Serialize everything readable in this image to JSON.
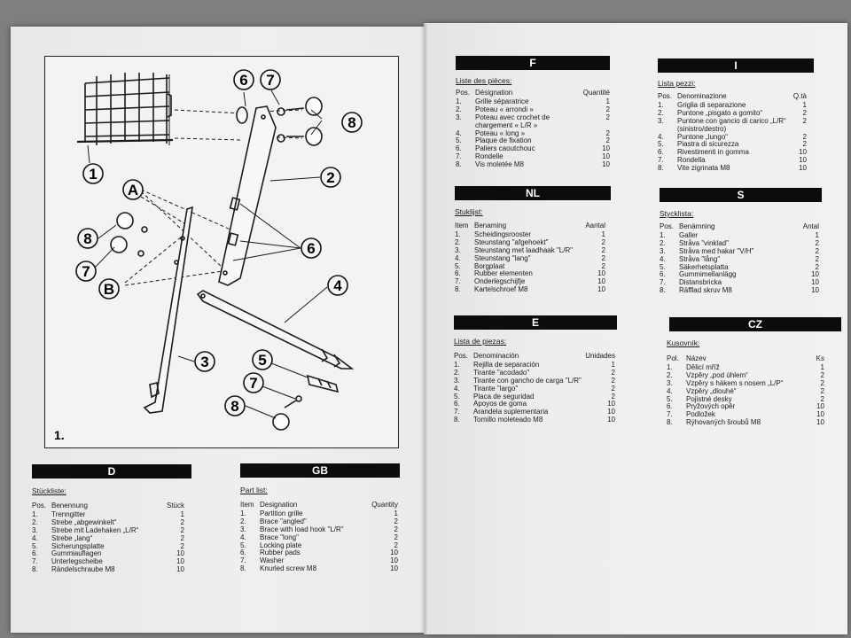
{
  "diagram": {
    "figure_label": "1.",
    "callouts": [
      "1",
      "2",
      "3",
      "4",
      "5",
      "6",
      "7",
      "8",
      "A",
      "B"
    ]
  },
  "sections": {
    "D": {
      "code": "D",
      "subtitle": "Stückliste:",
      "headers": [
        "Pos.",
        "Benennung",
        "Stück"
      ],
      "rows": [
        [
          "1.",
          "Trenngitter",
          "1"
        ],
        [
          "2.",
          "Strebe „abgewinkelt“",
          "2"
        ],
        [
          "3.",
          "Strebe mit Ladehaken „L/R“",
          "2"
        ],
        [
          "4.",
          "Strebe „lang“",
          "2"
        ],
        [
          "5.",
          "Sicherungsplatte",
          "2"
        ],
        [
          "6.",
          "Gummiauflagen",
          "10"
        ],
        [
          "7.",
          "Unterlegscheibe",
          "10"
        ],
        [
          "8.",
          "Rändelschraube M8",
          "10"
        ]
      ]
    },
    "GB": {
      "code": "GB",
      "subtitle": "Part list:",
      "headers": [
        "Item",
        "Designation",
        "Quantity"
      ],
      "rows": [
        [
          "1.",
          "Partition grille",
          "1"
        ],
        [
          "2.",
          "Brace \"angled\"",
          "2"
        ],
        [
          "3.",
          "Brace with load hook \"L/R\"",
          "2"
        ],
        [
          "4.",
          "Brace \"long\"",
          "2"
        ],
        [
          "5.",
          "Locking plate",
          "2"
        ],
        [
          "6.",
          "Rubber pads",
          "10"
        ],
        [
          "7.",
          "Washer",
          "10"
        ],
        [
          "8.",
          "Knurled screw M8",
          "10"
        ]
      ]
    },
    "F": {
      "code": "F",
      "subtitle": "Liste des pièces:",
      "headers": [
        "Pos.",
        "Désignation",
        "Quantité"
      ],
      "rows": [
        [
          "1.",
          "Grille séparatrice",
          "1"
        ],
        [
          "2.",
          "Poteau « arrondi »",
          "2"
        ],
        [
          "3.",
          "Poteau avec crochet de chargement « L/R »",
          "2"
        ],
        [
          "4.",
          "Poteau « long »",
          "2"
        ],
        [
          "5.",
          "Plaque de fixation",
          "2"
        ],
        [
          "6.",
          "Paliers caoutchouc",
          "10"
        ],
        [
          "7.",
          "Rondelle",
          "10"
        ],
        [
          "8.",
          "Vis moletée M8",
          "10"
        ]
      ]
    },
    "I": {
      "code": "I",
      "subtitle": "Lista pezzi:",
      "headers": [
        "Pos.",
        "Denominazione",
        "Q.tà"
      ],
      "rows": [
        [
          "1.",
          "Griglia di separazione",
          "1"
        ],
        [
          "2.",
          "Puntone „pisgato a gomito“",
          "2"
        ],
        [
          "3.",
          "Puntone con gancio di carico „L/R“ (sinistro/destro)",
          "2"
        ],
        [
          "4.",
          "Puntone „lungo“",
          "2"
        ],
        [
          "5.",
          "Piastra di sicurezza",
          "2"
        ],
        [
          "6.",
          "Rivestimenti in gomma",
          "10"
        ],
        [
          "7.",
          "Rondella",
          "10"
        ],
        [
          "8.",
          "Vite zigrinata M8",
          "10"
        ]
      ]
    },
    "NL": {
      "code": "NL",
      "subtitle": "Stuklijst:",
      "headers": [
        "Item",
        "Benaming",
        "Aantal"
      ],
      "rows": [
        [
          "1.",
          "Scheidingsrooster",
          "1"
        ],
        [
          "2.",
          "Steunstang \"afgehoekt\"",
          "2"
        ],
        [
          "3.",
          "Steunstang met laadhaak \"L/R\"",
          "2"
        ],
        [
          "4.",
          "Steunstang \"lang\"",
          "2"
        ],
        [
          "5.",
          "Borgplaat",
          "2"
        ],
        [
          "6.",
          "Rubber elementen",
          "10"
        ],
        [
          "7.",
          "Onderlegschijfje",
          "10"
        ],
        [
          "8.",
          "Kartelschroef M8",
          "10"
        ]
      ]
    },
    "S": {
      "code": "S",
      "subtitle": "Stycklista:",
      "headers": [
        "Pos.",
        "Benämning",
        "Antal"
      ],
      "rows": [
        [
          "1.",
          "Galler",
          "1"
        ],
        [
          "2.",
          "Stråva \"vinklad\"",
          "2"
        ],
        [
          "3.",
          "Stråva med hakar \"V/H\"",
          "2"
        ],
        [
          "4.",
          "Stråva \"lång\"",
          "2"
        ],
        [
          "5.",
          "Säkerhetsplatta",
          "2"
        ],
        [
          "6.",
          "Gummimellanlägg",
          "10"
        ],
        [
          "7.",
          "Distansbricka",
          "10"
        ],
        [
          "8.",
          "Räfflad skruv M8",
          "10"
        ]
      ]
    },
    "E": {
      "code": "E",
      "subtitle": "Lista de piezas:",
      "headers": [
        "Pos.",
        "Denominación",
        "Unidades"
      ],
      "rows": [
        [
          "1.",
          "Rejilla de separación",
          "1"
        ],
        [
          "2.",
          "Tirante \"acodado\"",
          "2"
        ],
        [
          "3.",
          "Tirante con gancho de carga \"L/R\"",
          "2"
        ],
        [
          "4.",
          "Tirante \"largo\"",
          "2"
        ],
        [
          "5.",
          "Placa de seguridad",
          "2"
        ],
        [
          "6.",
          "Apoyos de goma",
          "10"
        ],
        [
          "7.",
          "Arandela suplementaria",
          "10"
        ],
        [
          "8.",
          "Tornillo moleteado M8",
          "10"
        ]
      ]
    },
    "CZ": {
      "code": "CZ",
      "subtitle": "Kusovník:",
      "headers": [
        "Pol.",
        "Název",
        "Ks"
      ],
      "rows": [
        [
          "1.",
          "Dělicí mříž",
          "1"
        ],
        [
          "2.",
          "Vzpěry „pod úhlem“",
          "2"
        ],
        [
          "3.",
          "Vzpěry s hákem s nosem „L/P“",
          "2"
        ],
        [
          "4.",
          "Vzpěry „dlouhé“",
          "2"
        ],
        [
          "5.",
          "Pojistné desky",
          "2"
        ],
        [
          "6.",
          "Pryžových opěr",
          "10"
        ],
        [
          "7.",
          "Podložek",
          "10"
        ],
        [
          "8.",
          "Rýhovaných šroubů M8",
          "10"
        ]
      ]
    }
  }
}
